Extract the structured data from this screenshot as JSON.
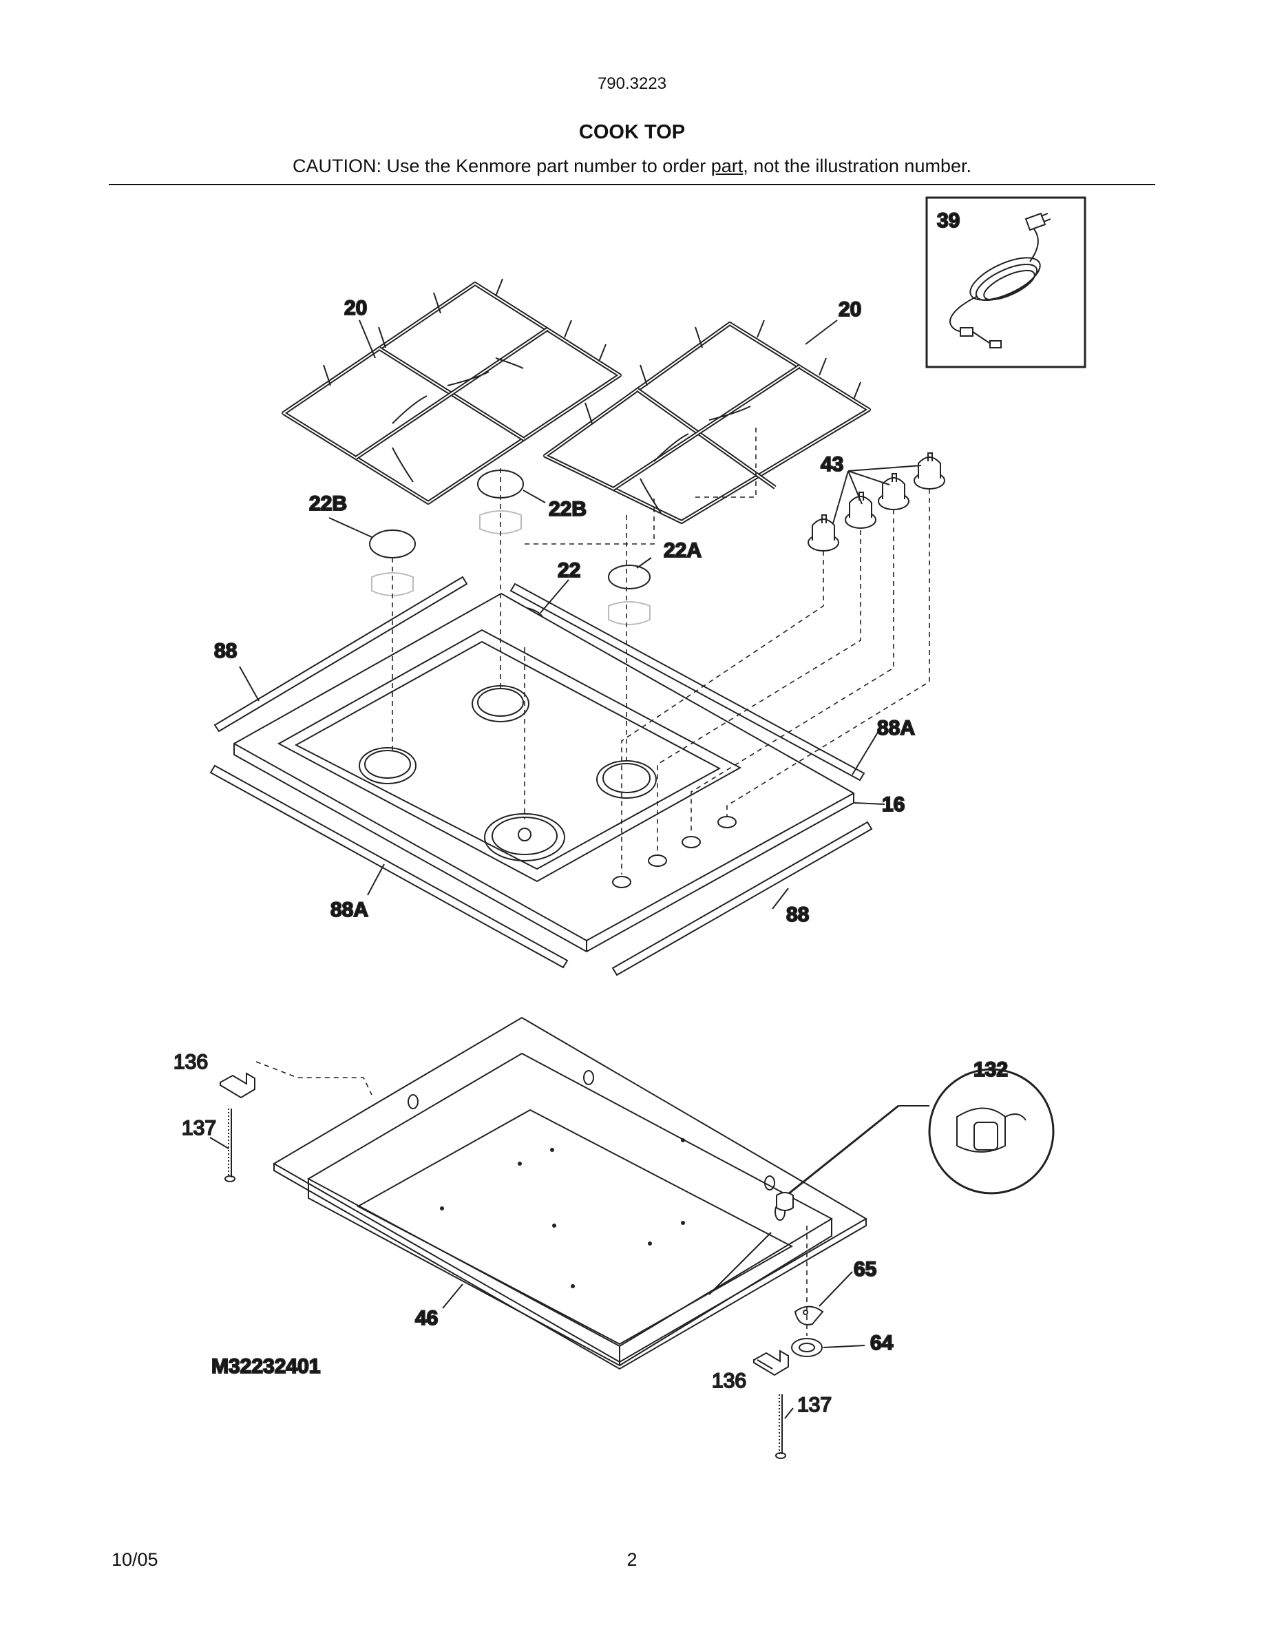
{
  "header": {
    "model_number": "790.3223",
    "section_title": "COOK TOP",
    "caution_before": "CAUTION: Use the Kenmore part number to order ",
    "caution_underlined": "part",
    "caution_after": ", not the illustration number."
  },
  "diagram_id": "M32232401",
  "callouts": {
    "grate_left": "20",
    "grate_right": "20",
    "power_cord": "39",
    "cap_left": "22B",
    "cap_mid": "22B",
    "cap_center": "22",
    "cap_right": "22A",
    "knobs": "43",
    "trim_left": "88",
    "trim_right_back": "88A",
    "trim_front_left": "88A",
    "trim_front_right": "88",
    "cooktop_top": "16",
    "bracket_left": "136",
    "screw_left": "137",
    "bracket_right": "136",
    "screw_right": "137",
    "box": "46",
    "grommet": "132",
    "plate": "65",
    "gasket": "64"
  },
  "footer": {
    "date": "10/05",
    "page": "2"
  }
}
